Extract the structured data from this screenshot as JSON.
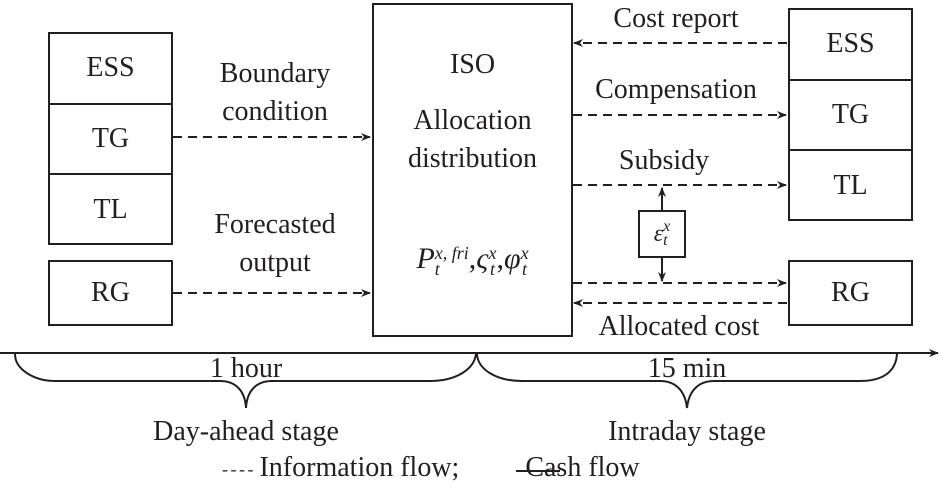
{
  "left_units": {
    "stack": [
      {
        "id": "ess",
        "label": "ESS"
      },
      {
        "id": "tg",
        "label": "TG"
      },
      {
        "id": "tl",
        "label": "TL"
      }
    ],
    "rg": {
      "label": "RG"
    }
  },
  "right_units": {
    "stack": [
      {
        "id": "ess",
        "label": "ESS"
      },
      {
        "id": "tg",
        "label": "TG"
      },
      {
        "id": "tl",
        "label": "TL"
      }
    ],
    "rg": {
      "label": "RG"
    }
  },
  "iso": {
    "title": "ISO",
    "line1": "Allocation",
    "line2": "distribution",
    "formula": {
      "p_base": "P",
      "p_sup": "x, fri",
      "p_sub": "t",
      "sep1": ",",
      "s_base": "ς",
      "s_sup": "x",
      "s_sub": "t",
      "sep2": ",",
      "phi_base": "φ",
      "phi_sup": "x",
      "phi_sub": "t"
    }
  },
  "flows_left": [
    {
      "line1": "Boundary",
      "line2": "condition",
      "type": "information",
      "direction": "to-iso"
    },
    {
      "line1": "Forecasted",
      "line2": "output",
      "type": "information",
      "direction": "to-iso"
    }
  ],
  "flows_right": [
    {
      "label": "Cost report",
      "type": "information",
      "direction": "to-iso"
    },
    {
      "label": "Compensation",
      "type": "information",
      "direction": "from-iso"
    },
    {
      "label": "Subsidy",
      "type": "information",
      "direction": "from-iso"
    },
    {
      "label": "",
      "type": "information",
      "direction": "from-iso"
    },
    {
      "label": "Allocated cost",
      "type": "information",
      "direction": "to-iso"
    }
  ],
  "epsilon": {
    "base": "ε",
    "sup": "x",
    "sub": "t"
  },
  "timeline": {
    "day_ahead": {
      "interval": "1 hour",
      "stage": "Day-ahead stage"
    },
    "intraday": {
      "interval": "15 min",
      "stage": "Intraday stage"
    }
  },
  "legend": {
    "info_symbol": "- - - -",
    "info_label": "Information flow;",
    "cash_label": "Cash flow"
  }
}
